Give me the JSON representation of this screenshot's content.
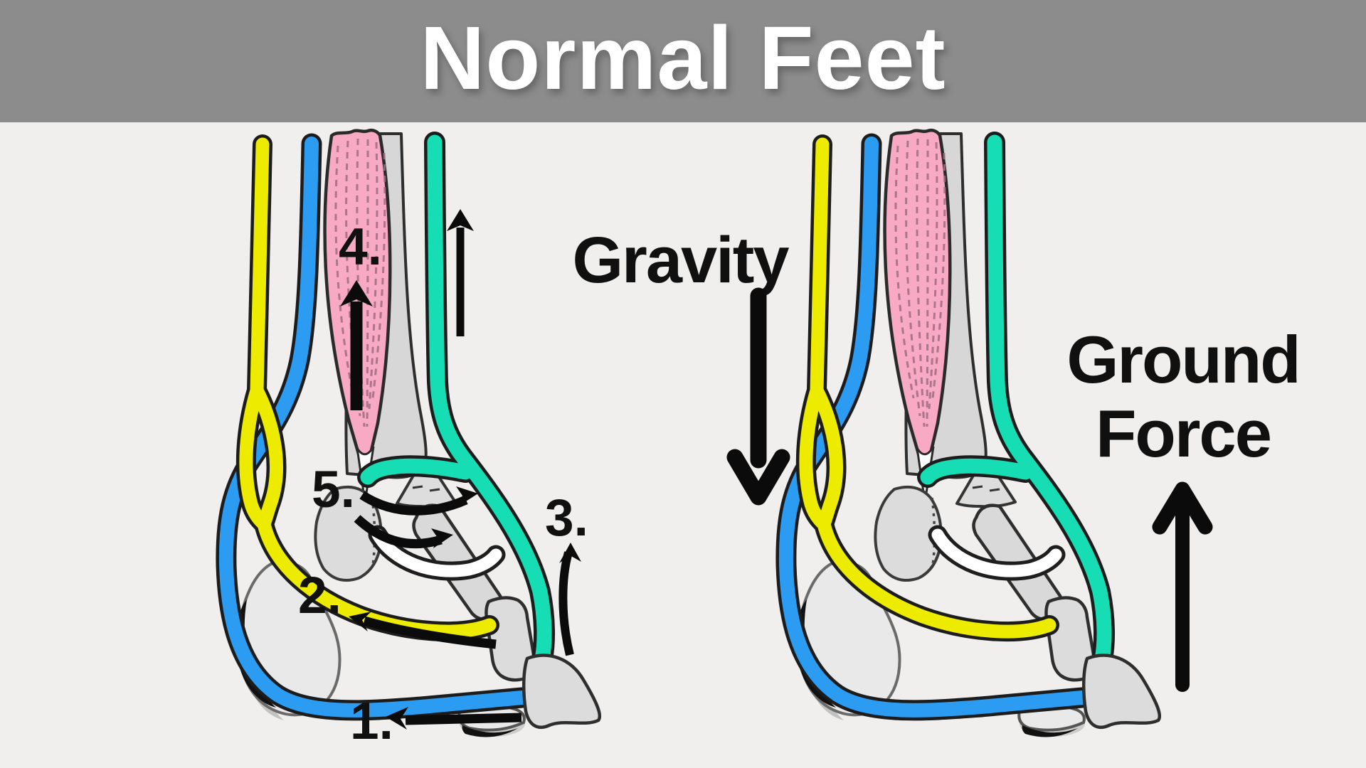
{
  "title": "Normal Feet",
  "annotations": {
    "step1": "1.",
    "step2": "2.",
    "step3": "3.",
    "step4": "4.",
    "step5": "5."
  },
  "forces": {
    "gravity": "Gravity",
    "ground_line1": "Ground",
    "ground_line2": "Force"
  },
  "icons": {
    "gravity_arrow": "arrow-down",
    "ground_force_arrow": "arrow-up",
    "muscle_pull_arrow": "arrow-up",
    "tendon_pull_arrow": "arrow-up",
    "step1_arrow": "arrow-left",
    "step2_arrow": "curved-arrow-left",
    "step3_arrow": "curved-arrow-up",
    "step5_arrows": "curved-arrows-right"
  },
  "colors": {
    "header_bg": "#8c8c8c",
    "body_bg": "#f0efee",
    "title_text": "#ffffff",
    "annotation_text": "#101010",
    "tendon_yellow": "#eceb00",
    "tendon_blue": "#2b9cf2",
    "tendon_teal": "#16ddb3",
    "muscle_pink": "#f8a9c4",
    "bone_gray": "#d9d9d9",
    "outline_black": "#1c1c1c"
  }
}
